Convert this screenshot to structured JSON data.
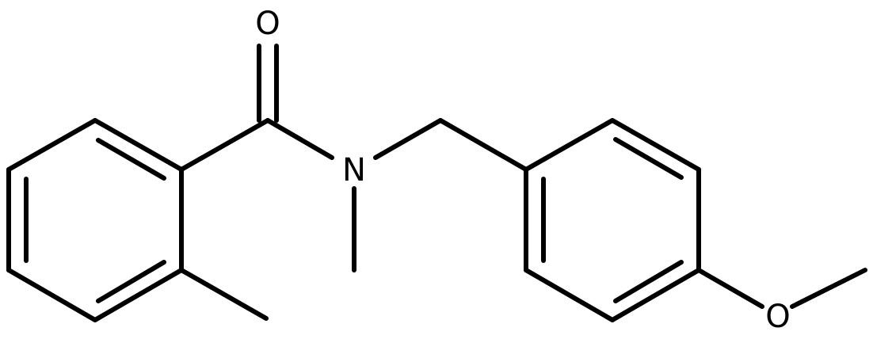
{
  "structure": {
    "atom_labels": {
      "carbonyl_oxygen": "O",
      "amide_nitrogen": "N",
      "ether_oxygen": "O"
    },
    "colors": {
      "bond": "#000000",
      "label": "#000000",
      "background": "#ffffff"
    }
  }
}
